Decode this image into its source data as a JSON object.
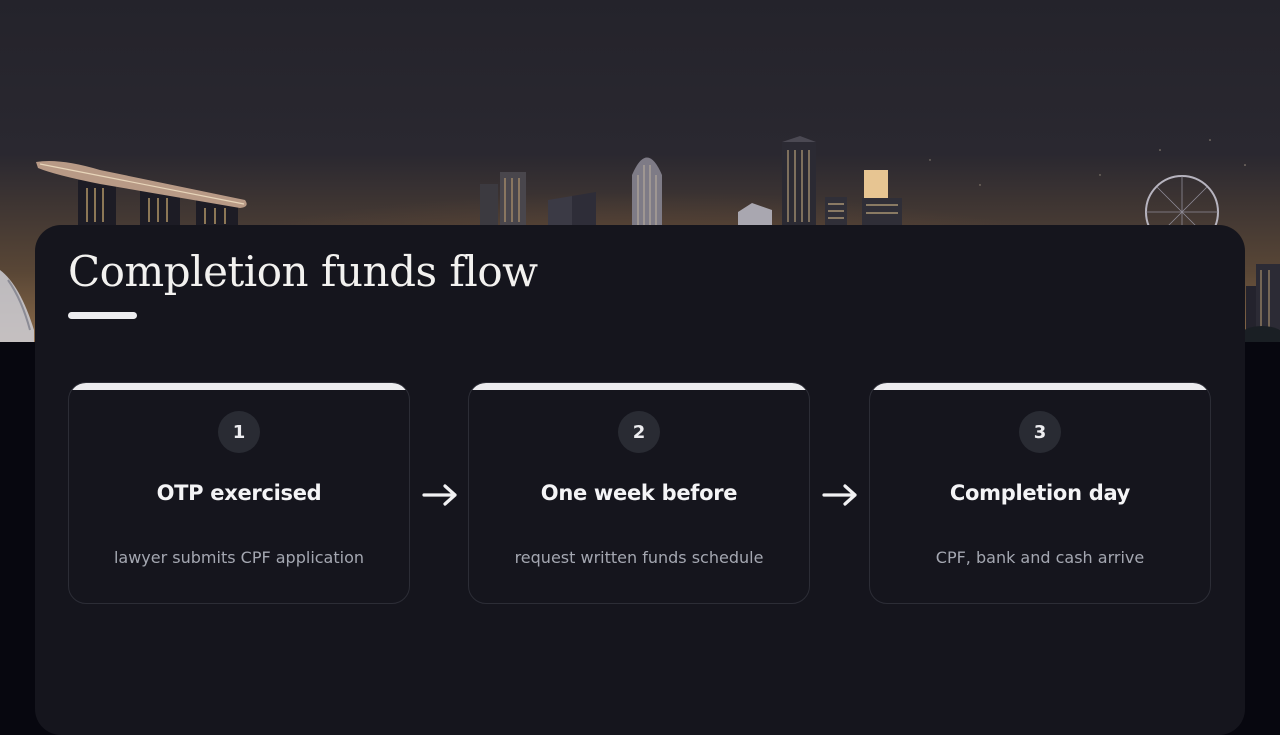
{
  "slide": {
    "title": "Completion funds flow"
  },
  "steps": [
    {
      "number": "1",
      "title": "OTP exercised",
      "description": "lawyer submits CPF application"
    },
    {
      "number": "2",
      "title": "One week before",
      "description": "request written funds schedule"
    },
    {
      "number": "3",
      "title": "Completion day",
      "description": "CPF, bank and cash arrive"
    }
  ],
  "icons": {
    "connector": "arrow-right-icon",
    "background": "city-skyline-image"
  },
  "colors": {
    "card_background": "#15151d",
    "accent_bar": "#ececef",
    "badge_background": "#292b33"
  }
}
